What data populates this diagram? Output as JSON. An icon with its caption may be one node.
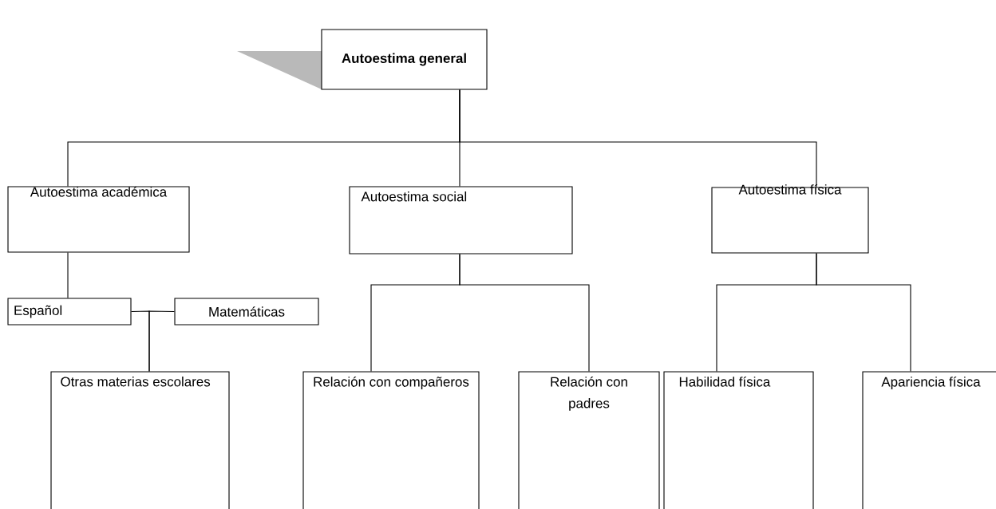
{
  "diagram": {
    "nodes": [
      {
        "text": [
          "**Autoestima general**"
        ]
      },
      {
        "text": [
          "Autoestima académica"
        ]
      },
      {
        "text": [
          "Autoestima social"
        ]
      },
      {
        "text": [
          "Autoestima física"
        ]
      },
      {
        "text": [
          "Español"
        ]
      },
      {
        "text": [
          "Matemáticas"
        ]
      },
      {
        "text": [
          "Otras materias escolares"
        ]
      },
      {
        "text": [
          "Relación con compañeros"
        ]
      },
      {
        "text": [
          "Relación con padres"
        ]
      },
      {
        "text": [
          "Habilidad física"
        ]
      },
      {
        "text": [
          "Apariencia física"
        ]
      }
    ],
    "edges": [
      {
        "from": 0,
        "to": 1,
        "arrow": "none"
      },
      {
        "from": 0,
        "to": 2,
        "arrow": "none"
      },
      {
        "from": 0,
        "to": 3,
        "arrow": "none"
      },
      {
        "from": 1,
        "to": 4,
        "arrow": "none"
      },
      {
        "from": 4,
        "to": 6,
        "arrow": "none"
      },
      {
        "from": 5,
        "to": 6,
        "arrow": "none"
      },
      {
        "from": 2,
        "to": 7,
        "arrow": "none"
      },
      {
        "from": 2,
        "to": 8,
        "arrow": "none"
      },
      {
        "from": 3,
        "to": 9,
        "arrow": "none"
      },
      {
        "from": 3,
        "to": 10,
        "arrow": "none"
      }
    ]
  }
}
